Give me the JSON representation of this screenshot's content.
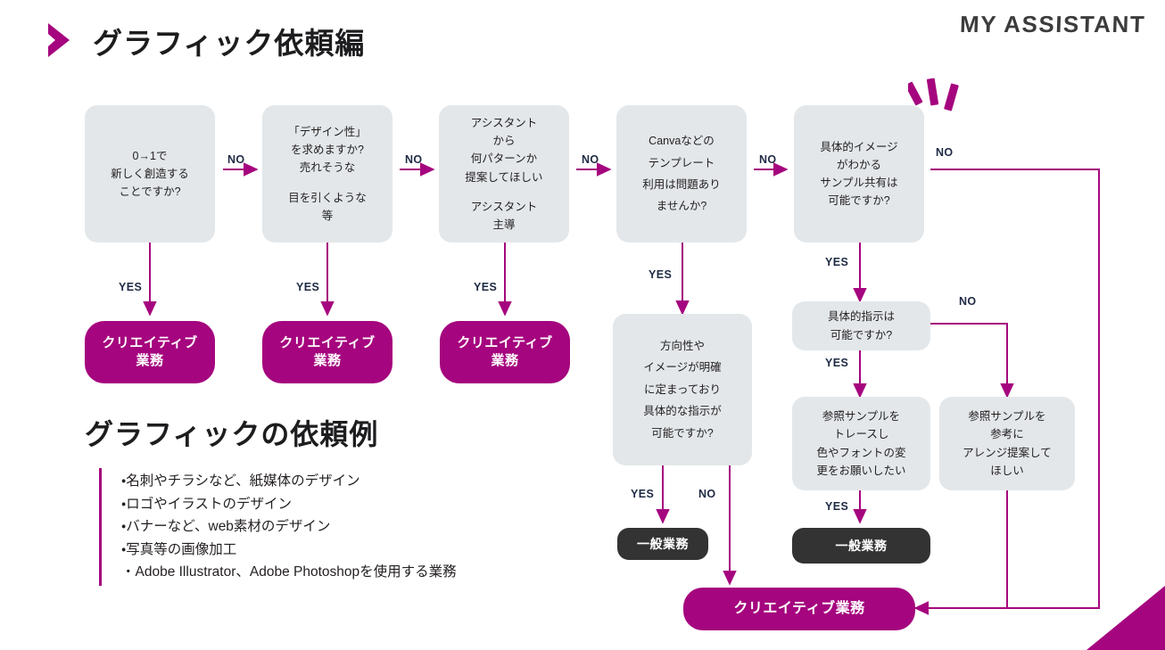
{
  "header": {
    "title": "グラフィック依頼編",
    "brand": "MY ASSISTANT",
    "chevron_icon": "chevron-right-icon"
  },
  "colors": {
    "accent_magenta": "#a5057e",
    "box_gray": "#e3e7ea",
    "dark_pill": "#333333",
    "text": "#231f20",
    "label_text": "#1f2a44"
  },
  "labels": {
    "yes": "YES",
    "no": "NO"
  },
  "flow": {
    "questions": [
      {
        "id": "q1",
        "lines_primary": [
          "0→1で",
          "新しく創造する",
          "ことですか?"
        ],
        "lines_secondary": []
      },
      {
        "id": "q2",
        "lines_primary": [
          "「デザイン性」",
          "を求めますか?",
          "売れそうな"
        ],
        "lines_secondary": [
          "目を引くような",
          "等"
        ]
      },
      {
        "id": "q3",
        "lines_primary": [
          "アシスタント",
          "から",
          "何パターンか",
          "提案してほしい"
        ],
        "lines_secondary": [
          "アシスタント",
          "主導"
        ]
      },
      {
        "id": "q4",
        "lines_primary": [
          "Canvaなどの",
          "テンプレート",
          "利用は問題あり",
          "ませんか?"
        ],
        "lines_secondary": []
      },
      {
        "id": "q5",
        "lines_primary": [
          "具体的イメージ",
          "がわかる",
          "サンプル共有は",
          "可能ですか?"
        ],
        "lines_secondary": []
      },
      {
        "id": "q6",
        "lines_primary": [
          "方向性や",
          "イメージが明確",
          "に定まっており",
          "具体的な指示が",
          "可能ですか?"
        ],
        "lines_secondary": []
      },
      {
        "id": "q7",
        "lines_primary": [
          "具体的指示は",
          "可能ですか?"
        ],
        "lines_secondary": []
      },
      {
        "id": "q8",
        "lines_primary": [
          "参照サンプルを",
          "トレースし",
          "色やフォントの変",
          "更をお願いしたい"
        ],
        "lines_secondary": []
      },
      {
        "id": "q9",
        "lines_primary": [
          "参照サンプルを",
          "参考に",
          "アレンジ提案して",
          "ほしい"
        ],
        "lines_secondary": []
      }
    ],
    "outcomes": [
      {
        "id": "creative1",
        "lines": [
          "クリエイティブ",
          "業務"
        ],
        "kind": "creative"
      },
      {
        "id": "creative2",
        "lines": [
          "クリエイティブ",
          "業務"
        ],
        "kind": "creative"
      },
      {
        "id": "creative3",
        "lines": [
          "クリエイティブ",
          "業務"
        ],
        "kind": "creative"
      },
      {
        "id": "general1",
        "lines": [
          "一般業務"
        ],
        "kind": "general"
      },
      {
        "id": "general2",
        "lines": [
          "一般業務"
        ],
        "kind": "general"
      },
      {
        "id": "creative_final",
        "lines": [
          "クリエイティブ業務"
        ],
        "kind": "creative"
      }
    ],
    "edges": [
      {
        "from": "q1",
        "to": "q2",
        "label": "NO"
      },
      {
        "from": "q2",
        "to": "q3",
        "label": "NO"
      },
      {
        "from": "q3",
        "to": "q4",
        "label": "NO"
      },
      {
        "from": "q4",
        "to": "q5",
        "label": "NO"
      },
      {
        "from": "q5",
        "to": "creative_final",
        "label": "NO"
      },
      {
        "from": "q1",
        "to": "creative1",
        "label": "YES"
      },
      {
        "from": "q2",
        "to": "creative2",
        "label": "YES"
      },
      {
        "from": "q3",
        "to": "creative3",
        "label": "YES"
      },
      {
        "from": "q4",
        "to": "q6",
        "label": "YES"
      },
      {
        "from": "q5",
        "to": "q7",
        "label": "YES"
      },
      {
        "from": "q6",
        "to": "general1",
        "label": "YES"
      },
      {
        "from": "q6",
        "to": "creative_final",
        "label": "NO"
      },
      {
        "from": "q7",
        "to": "q8",
        "label": "YES"
      },
      {
        "from": "q7",
        "to": "q9",
        "label": "NO"
      },
      {
        "from": "q8",
        "to": "general2",
        "label": "YES"
      }
    ]
  },
  "examples": {
    "heading": "グラフィックの依頼例",
    "items": [
      "・名刺やチラシなど、紙媒体のデザイン",
      "・ロゴやイラストのデザイン",
      "・バナーなど、web素材のデザイン",
      "・写真等の画像加工",
      "・Adobe Illustrator、Adobe Photoshopを使用する業務"
    ]
  },
  "decorations": {
    "sparkle": "sparkle-icon",
    "corner": "corner-triangle-decoration"
  }
}
